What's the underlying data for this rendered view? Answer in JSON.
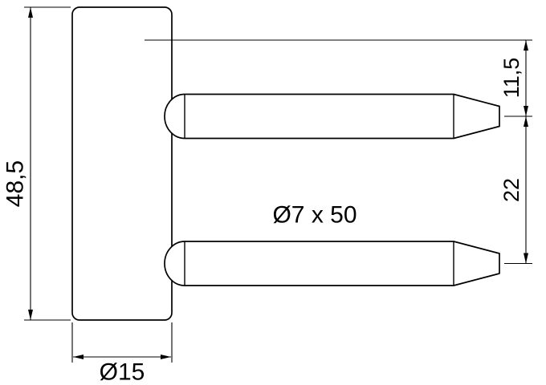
{
  "drawing": {
    "labels": {
      "height": "48,5",
      "barrel_diameter": "Ø15",
      "pin_spec": "Ø7 x 50",
      "top_offset": "11,5",
      "pin_spacing": "22"
    },
    "colors": {
      "ink": "#000000",
      "background": "#ffffff"
    }
  }
}
